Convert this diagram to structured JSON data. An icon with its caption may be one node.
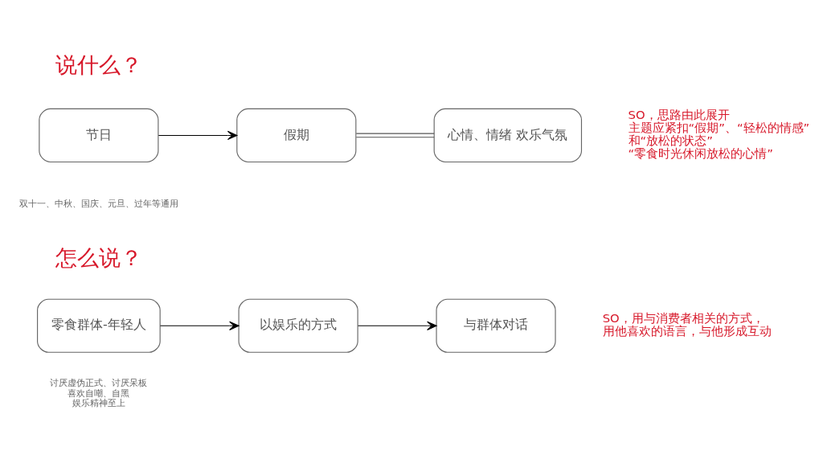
{
  "diagram": {
    "nodes": [
      {
        "text": [
          "节日"
        ],
        "beside": [
          "双十一、中秋、国庆、元旦、过年等通用"
        ]
      },
      {
        "text": [
          "假期"
        ]
      },
      {
        "text": [
          "心情、情绪 欢乐气氛"
        ]
      },
      {
        "text": [
          "零食群体-年轻人"
        ],
        "beside": [
          "讨厌虚伪正式、讨厌呆板",
          "喜欢自嘲、自黑",
          "娱乐精神至上"
        ]
      },
      {
        "text": [
          "以娱乐的方式"
        ]
      },
      {
        "text": [
          "与群体对话"
        ]
      }
    ],
    "edges": [
      {
        "from": 0,
        "to": 1,
        "arrow": "to"
      },
      {
        "from": 1,
        "to": 2,
        "arrow": "none"
      },
      {
        "from": 3,
        "to": 4,
        "arrow": "to"
      },
      {
        "from": 4,
        "to": 5,
        "arrow": "to"
      }
    ],
    "labels": [
      "说什么？",
      "SO，思路由此展开",
      "主题应紧扣“假期”、“轻松的情感”",
      "和“放松的状态”",
      "“零食时光休闲放松的心情”",
      "怎么说？",
      "SO，用与消费者相关的方式，",
      "用他喜欢的语言，与他形成互动"
    ]
  }
}
